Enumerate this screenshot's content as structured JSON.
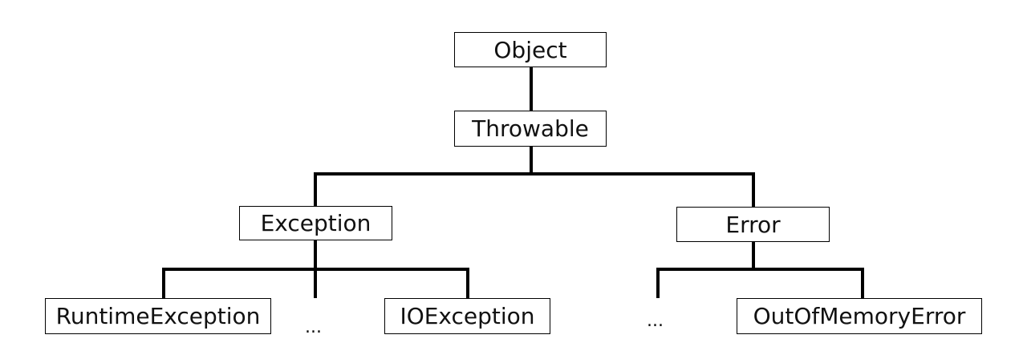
{
  "nodes": {
    "object": "Object",
    "throwable": "Throwable",
    "exception": "Exception",
    "error": "Error",
    "runtime_exception": "RuntimeException",
    "io_exception": "IOException",
    "out_of_memory_error": "OutOfMemoryError",
    "exception_more": "...",
    "error_more": "..."
  },
  "colors": {
    "line": "#000000",
    "box_border": "#000000",
    "background": "#ffffff"
  }
}
